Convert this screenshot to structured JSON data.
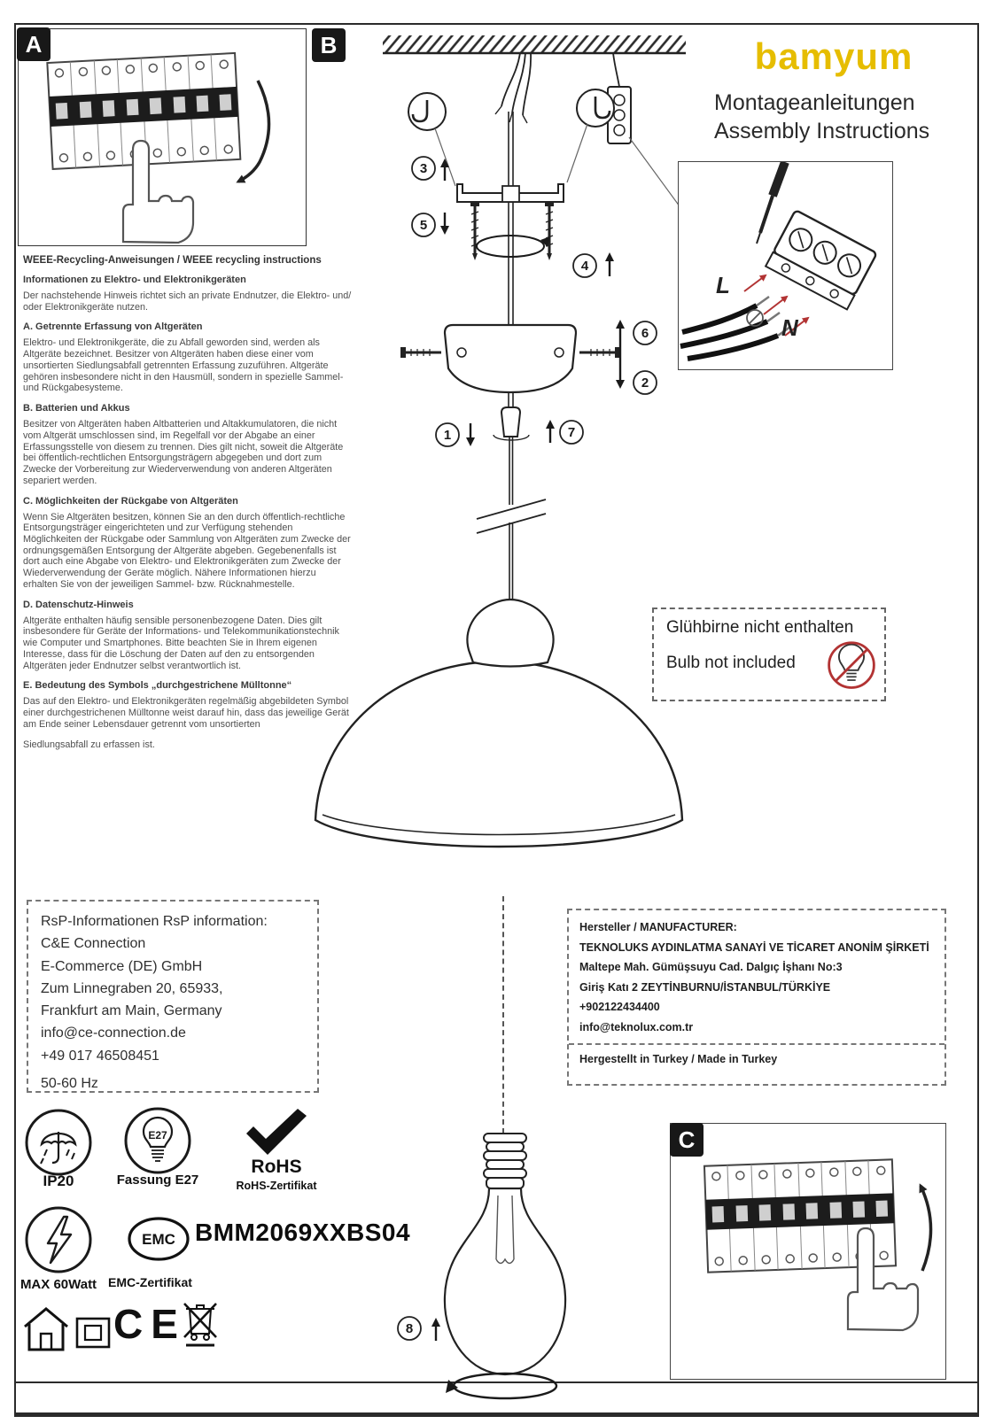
{
  "header": {
    "brand": "bamyum",
    "title_de": "Montageanleitungen",
    "title_en": "Assembly Instructions"
  },
  "sections": {
    "a": "A",
    "b": "B",
    "c": "C"
  },
  "steps": {
    "s1": "1",
    "s2": "2",
    "s3": "3",
    "s4": "4",
    "s5": "5",
    "s6": "6",
    "s7": "7",
    "s8": "8"
  },
  "terminal": {
    "live": "L",
    "neutral": "N"
  },
  "weee": {
    "heading": "WEEE-Recycling-Anweisungen / WEEE recycling instructions",
    "intro_title": "Informationen zu Elektro- und Elektronikgeräten",
    "intro_text": "Der nachstehende Hinweis richtet sich an private Endnutzer, die Elektro- und/ oder Elektronikgeräte nutzen.",
    "sections": [
      {
        "title": "A. Getrennte Erfassung von Altgeräten",
        "text": "Elektro- und Elektronikgeräte, die zu Abfall geworden sind, werden als Altgeräte bezeichnet. Besitzer von Altgeräten haben diese einer vom unsortierten Siedlungsabfall getrennten Erfassung zuzuführen. Altgeräte gehören insbesondere nicht in den Hausmüll, sondern in spezielle Sammel- und Rückgabesysteme."
      },
      {
        "title": "B. Batterien und Akkus",
        "text": "Besitzer von Altgeräten haben Altbatterien und Altakkumulatoren, die nicht vom Altgerät umschlossen sind, im Regelfall vor der Abgabe an einer Erfassungsstelle von diesem zu trennen. Dies gilt nicht, soweit die Altgeräte bei öffentlich-rechtlichen Entsorgungsträgern abgegeben und dort zum Zwecke der Vorbereitung zur Wiederverwendung von anderen Altgeräten separiert werden."
      },
      {
        "title": "C. Möglichkeiten der Rückgabe von Altgeräten",
        "text": "Wenn Sie Altgeräten besitzen, können Sie an den durch öffentlich-rechtliche Entsorgungsträger eingerichteten und zur Verfügung stehenden Möglichkeiten der Rückgabe oder Sammlung von Altgeräten zum Zwecke der ordnungsgemäßen Entsorgung der Altgeräte abgeben. Gegebenenfalls ist dort auch eine Abgabe von Elektro- und Elektronikgeräten zum Zwecke der Wiederverwendung der Geräte möglich. Nähere Informationen hierzu erhalten Sie von der jeweiligen Sammel- bzw. Rücknahmestelle."
      },
      {
        "title": "D. Datenschutz-Hinweis",
        "text": "Altgeräte enthalten häufig sensible personenbezogene Daten. Dies gilt insbesondere für Geräte der Informations- und Telekommunikationstechnik wie Computer und Smartphones. Bitte beachten Sie in Ihrem eigenen Interesse, dass für die Löschung der Daten auf den zu entsorgenden Altgeräten jeder Endnutzer selbst verantwortlich ist."
      },
      {
        "title": "E. Bedeutung des Symbols „durchgestrichene Mülltonne“",
        "text": "Das auf den Elektro- und Elektronikgeräten regelmäßig abgebildeten Symbol einer durchgestrichenen Mülltonne weist darauf hin, dass das jeweilige Gerät am Ende seiner Lebensdauer getrennt vom unsortierten"
      }
    ],
    "closing": "Siedlungsabfall zu erfassen ist."
  },
  "bulb_note": {
    "de": "Glühbirne nicht enthalten",
    "en": "Bulb not included"
  },
  "rsp": {
    "heading": "RsP-Informationen RsP information:",
    "lines": [
      "C&E Connection",
      "E-Commerce (DE) GmbH",
      "Zum Linnegraben 20, 65933,",
      "Frankfurt am Main, Germany",
      "info@ce-connection.de",
      "+49 017 46508451"
    ],
    "frequency": "50-60 Hz"
  },
  "manufacturer": {
    "heading": "Hersteller / MANUFACTURER:",
    "lines": [
      "TEKNOLUKS AYDINLATMA SANAYİ VE TİCARET ANONİM ŞİRKETİ",
      "Maltepe Mah. Gümüşsuyu Cad. Dalgıç İşhanı No:3",
      "Giriş Katı 2 ZEYTİNBURNU/İSTANBUL/TÜRKİYE",
      "+902122434400",
      "info@teknolux.com.tr"
    ],
    "origin": "Hergestellt in Turkey / Made in Turkey"
  },
  "certs": {
    "ip": "IP20",
    "socket_code": "E27",
    "socket_label": "Fassung E27",
    "rohs": "RoHS",
    "rohs_cert": "RoHS-Zertifikat",
    "max_watt": "MAX 60Watt",
    "emc": "EMC",
    "model": "BMM2069XXBS04",
    "emc_cert": "EMC-Zertifikat",
    "ce": "CE"
  },
  "colors": {
    "brand_yellow": "#e6bd00",
    "warning_red": "#b23333"
  }
}
